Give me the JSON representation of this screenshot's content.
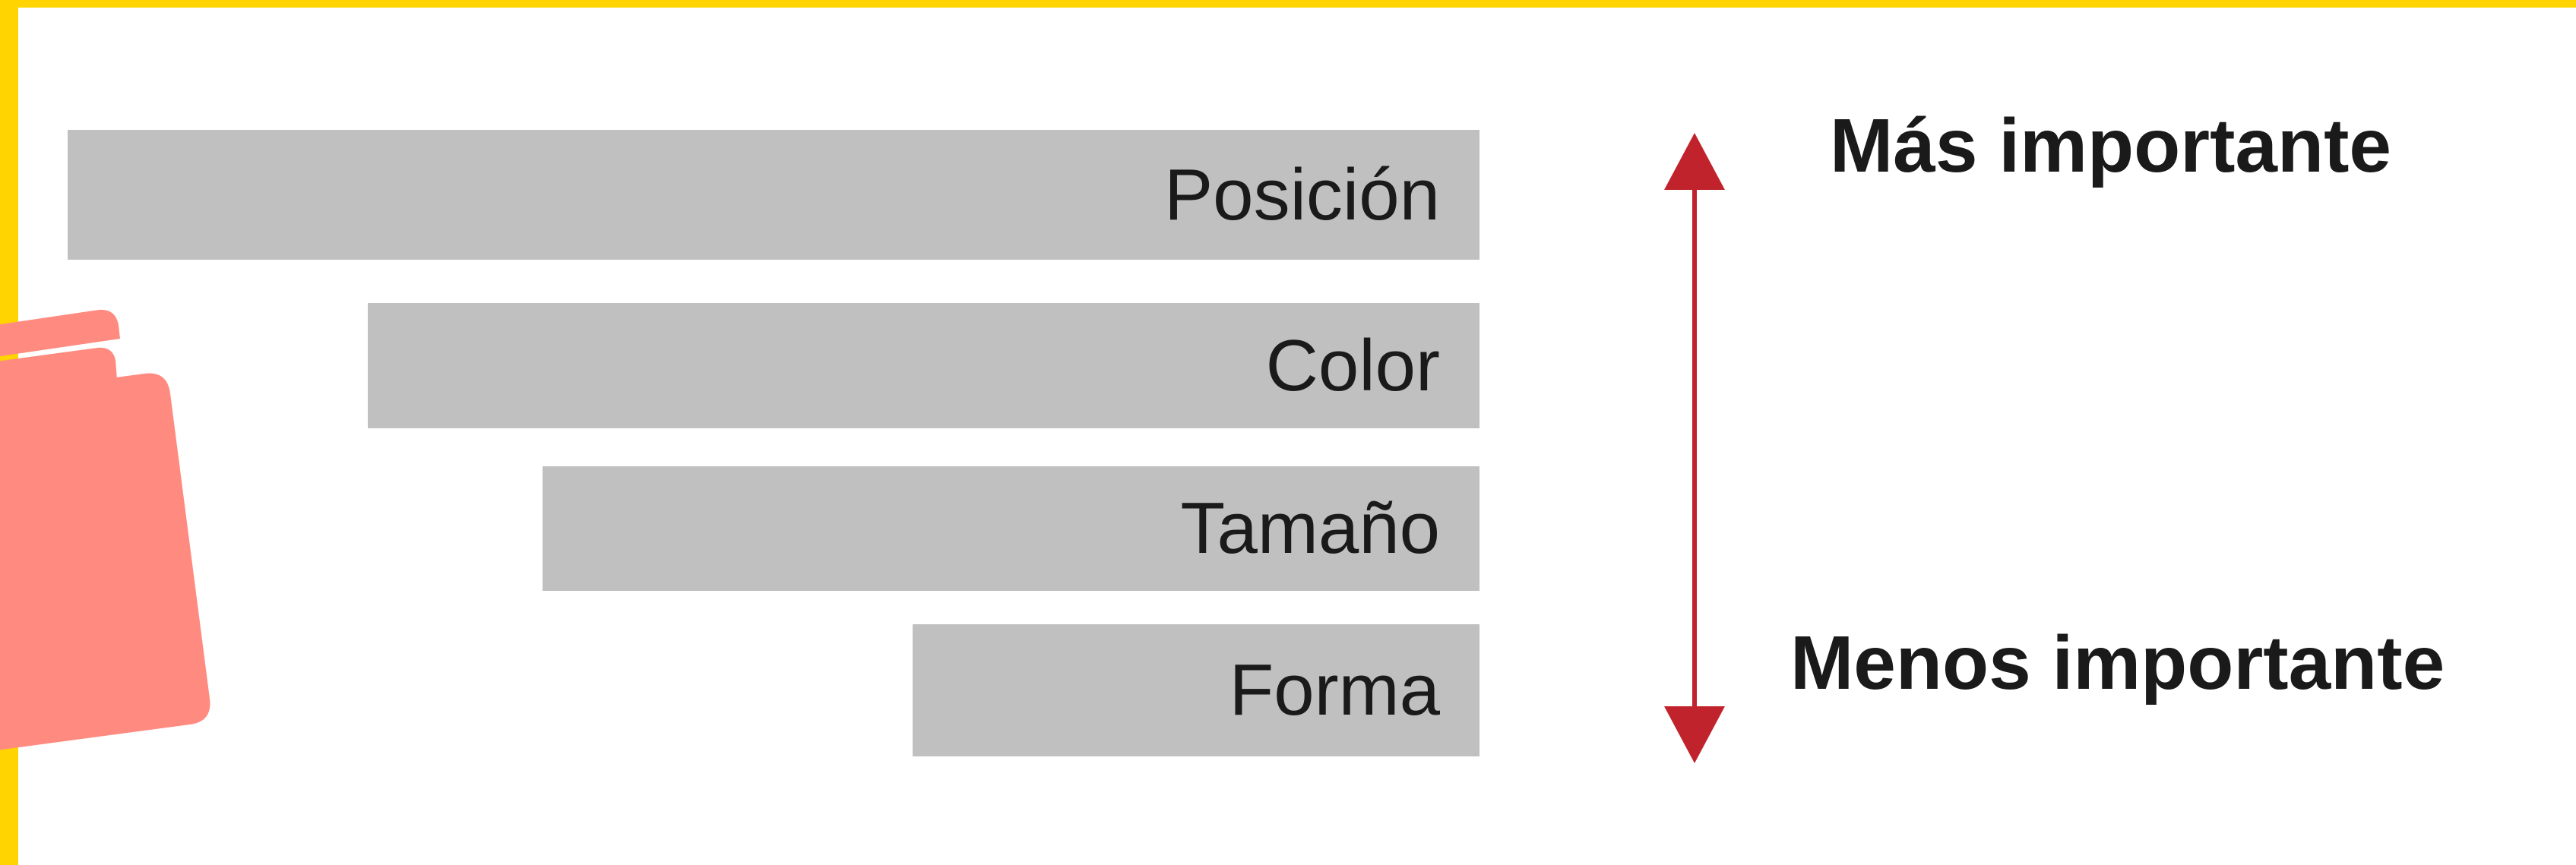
{
  "colors": {
    "frame": "#FFD400",
    "bar": "#C0C0C0",
    "arrow": "#C0232B",
    "folder": "#FF8A80"
  },
  "bars": [
    {
      "label": "Posición"
    },
    {
      "label": "Color"
    },
    {
      "label": "Tamaño"
    },
    {
      "label": "Forma"
    }
  ],
  "scale": {
    "top_label": "Más importante",
    "bottom_label": "Menos importante"
  },
  "icons": {
    "arrow": "double-headed-vertical-arrow",
    "decoration": "folder-icon"
  }
}
